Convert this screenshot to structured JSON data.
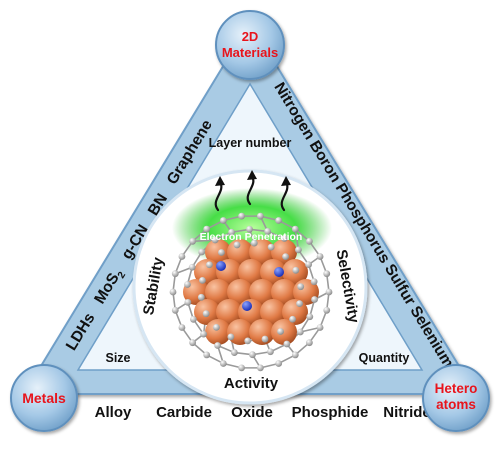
{
  "nodes": {
    "top_line1": "2D",
    "top_line2": "Materials",
    "left": "Metals",
    "right_line1": "Hetero",
    "right_line2": "atoms"
  },
  "left_edge": {
    "items": [
      "LDHs",
      "MoS",
      "g-CN",
      "BN",
      "Graphene"
    ],
    "mos_subscript": "2"
  },
  "right_edge": {
    "text": "Nitrogen Boron Phosphorus Sulfur Selenium"
  },
  "bottom_edge": {
    "items": [
      "Alloy",
      "Carbide",
      "Oxide",
      "Phosphide",
      "Nitride"
    ]
  },
  "corner_labels": {
    "top": "Layer number",
    "left": "Size",
    "right": "Quantity"
  },
  "circle_labels": {
    "left": "Stability",
    "right": "Selectivity",
    "bottom": "Activity",
    "center": "Electron Penetration"
  },
  "colors": {
    "band": "#a9cbe4",
    "band_stroke": "#6f9fc8",
    "inner_fill": "#eef6fc",
    "node_fill": "#a4c8e6",
    "node_text": "#e8141c",
    "glow": "#3ddc3d",
    "metal_core": "#e07a45",
    "cage": "#9a9a9a"
  }
}
